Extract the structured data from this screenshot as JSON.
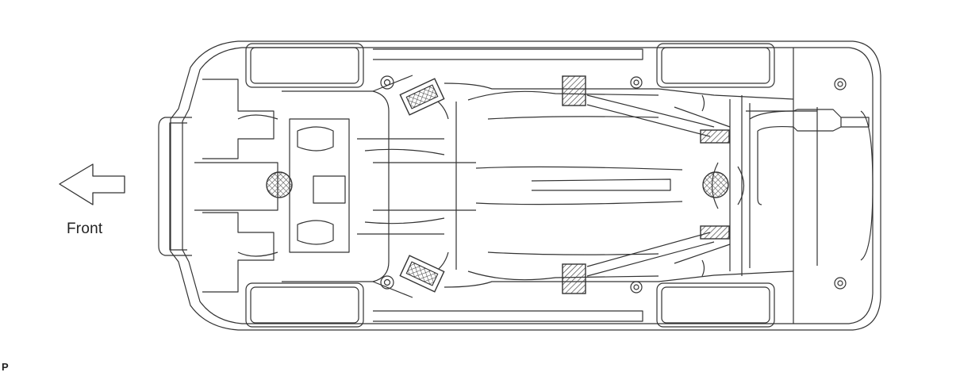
{
  "labels": {
    "front": "Front",
    "code": "P"
  },
  "legend": {
    "support_points": [
      "front-jack-point",
      "rear-jack-point"
    ],
    "lift_pads": [
      "front-left-pad",
      "front-right-pad",
      "center-left-pad",
      "center-right-pad",
      "rear-left-pad",
      "rear-right-pad"
    ]
  },
  "colors": {
    "line": "#333333",
    "hatch": "#444444",
    "background": "#ffffff"
  },
  "icons": {
    "direction": "arrow-left-icon"
  }
}
